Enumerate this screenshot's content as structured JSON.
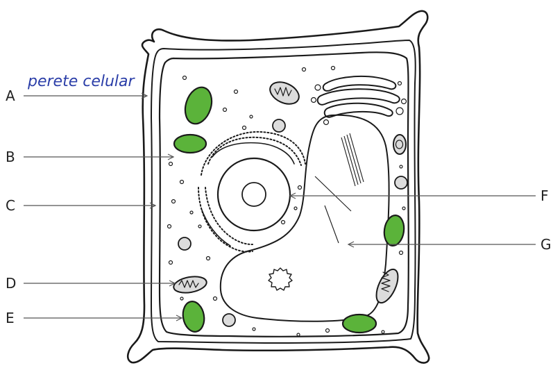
{
  "annotation": {
    "text": "perete celular"
  },
  "labels": {
    "a": "A",
    "b": "B",
    "c": "C",
    "d": "D",
    "e": "E",
    "f": "F",
    "g": "G"
  },
  "colors": {
    "chloroplast": "#5bb33a",
    "annotation": "#2b3ea8",
    "outline": "#1a1a1a"
  }
}
